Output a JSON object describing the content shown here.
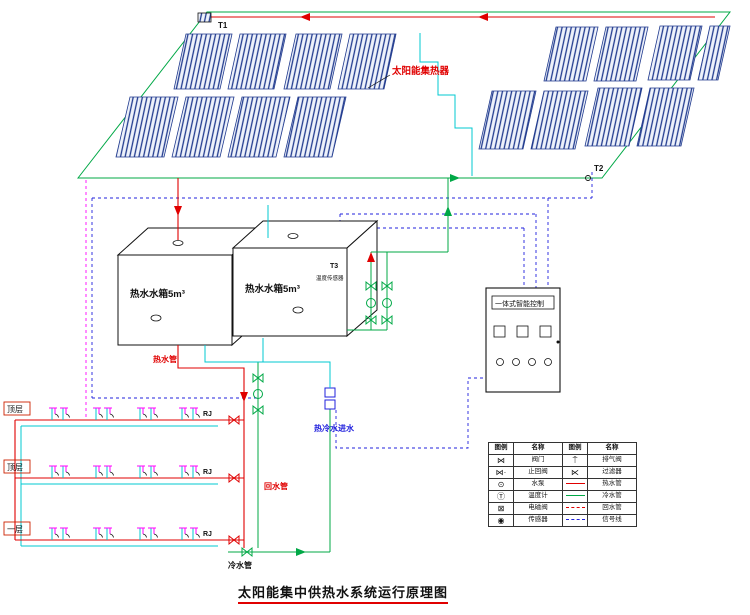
{
  "title": "太阳能集中供热水系统运行原理图",
  "collector": {
    "label": "太阳能集热器"
  },
  "sensors": {
    "t1": "T1",
    "t2": "T2",
    "t3": "T3",
    "t3_note": "温度传感器"
  },
  "tanks": {
    "tank1_label": "热水水箱5m³",
    "tank2_label": "热水水箱5m³"
  },
  "control_panel": {
    "label": "一体式智能控制"
  },
  "pipe_labels": {
    "hot": "热水管",
    "return": "回水管",
    "cold": "冷水管",
    "inlet": "热冷水进水"
  },
  "building": {
    "floors": [
      {
        "label": "顶层",
        "tag": "RJ"
      },
      {
        "label": "顶层",
        "tag": "RJ"
      },
      {
        "label": "一层",
        "tag": "RJ"
      }
    ]
  },
  "legend": {
    "col_headers": [
      "图例",
      "名称",
      "图例",
      "名称"
    ],
    "rows": [
      {
        "l_glyph": "⋈",
        "l_label": "阀门",
        "r_glyph": "⍑",
        "r_label": "排气阀"
      },
      {
        "l_glyph": "⋈·",
        "l_label": "止回阀",
        "r_glyph": "⋉",
        "r_label": "过滤器"
      },
      {
        "l_glyph": "⊙",
        "l_label": "水泵",
        "r_glyph": "",
        "r_label": "热水管"
      },
      {
        "l_glyph": "Ⓣ",
        "l_label": "温度计",
        "r_glyph": "",
        "r_label": "冷水管"
      },
      {
        "l_glyph": "⊠",
        "l_label": "电磁阀",
        "r_glyph": "",
        "r_label": "回水管"
      },
      {
        "l_glyph": "◉",
        "l_label": "传感器",
        "r_glyph": "",
        "r_label": "信号线"
      }
    ]
  },
  "colors": {
    "hot_pipe": "#e00000",
    "cold_pipe": "#00a846",
    "makeup_pipe": "#00c8d2",
    "signal_line": "#2020dd",
    "fixture": "#ff00ff",
    "panel_hatch": "#203a8e"
  }
}
